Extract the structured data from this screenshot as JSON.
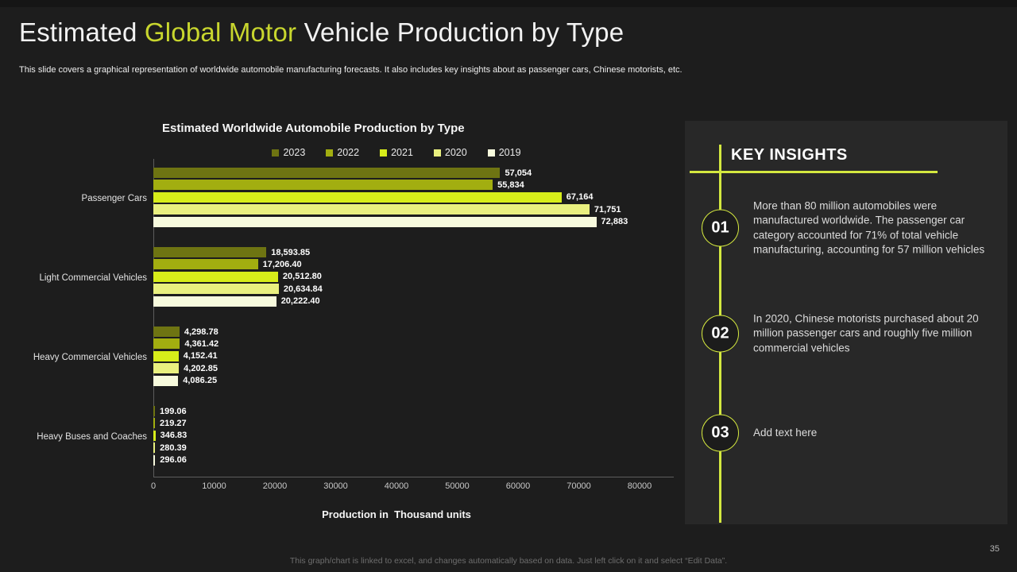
{
  "slide": {
    "title_parts": {
      "prefix": "Estimated ",
      "highlight": "Global Motor ",
      "suffix": "Vehicle Production by Type"
    },
    "subtitle": "This slide covers a graphical representation of worldwide automobile manufacturing forecasts. It also includes key insights about as passenger cars, Chinese motorists, etc.",
    "footer_note": "This graph/chart is linked to excel, and changes automatically based on data. Just left click on it and select “Edit Data”.",
    "page_number": "35",
    "accent_color": "#c8d62e"
  },
  "chart_data": {
    "type": "bar",
    "orientation": "horizontal",
    "title": "Estimated Worldwide Automobile Production by Type",
    "xlabel": "Production in  Thousand units",
    "ylabel": "",
    "xlim": [
      0,
      80000
    ],
    "x_ticks": [
      "0",
      "10000",
      "20000",
      "30000",
      "40000",
      "50000",
      "60000",
      "70000",
      "80000"
    ],
    "grid": false,
    "legend_position": "top",
    "categories": [
      "Passenger Cars",
      "Light Commercial Vehicles",
      "Heavy Commercial Vehicles",
      "Heavy Buses and Coaches"
    ],
    "series": [
      {
        "name": "2023",
        "color": "#6e7412",
        "values": [
          57054,
          18593.85,
          4298.78,
          199.06
        ],
        "labels": [
          "57,054",
          "18,593.85",
          "4,298.78",
          "199.06"
        ]
      },
      {
        "name": "2022",
        "color": "#a2ae10",
        "values": [
          55834,
          17206.4,
          4361.42,
          219.27
        ],
        "labels": [
          "55,834",
          "17,206.40",
          "4,361.42",
          "219.27"
        ]
      },
      {
        "name": "2021",
        "color": "#d7ed1a",
        "values": [
          67164,
          20512.8,
          4152.41,
          346.83
        ],
        "labels": [
          "67,164",
          "20,512.80",
          "4,152.41",
          "346.83"
        ]
      },
      {
        "name": "2020",
        "color": "#e9f07f",
        "values": [
          71751,
          20634.84,
          4202.85,
          280.39
        ],
        "labels": [
          "71,751",
          "20,634.84",
          "4,202.85",
          "280.39"
        ]
      },
      {
        "name": "2019",
        "color": "#f7fadd",
        "values": [
          72883,
          20222.4,
          4086.25,
          296.06
        ],
        "labels": [
          "72,883",
          "20,222.40",
          "4,086.25",
          "296.06"
        ]
      }
    ]
  },
  "insights": {
    "heading": "KEY INSIGHTS",
    "accent_color": "#d4e83f",
    "items": [
      {
        "number": "01",
        "text": "More than 80 million automobiles were manufactured worldwide. The passenger car category accounted for 71% of total vehicle manufacturing, accounting for 57 million vehicles"
      },
      {
        "number": "02",
        "text": "In 2020, Chinese motorists purchased about 20 million passenger cars and roughly five million commercial vehicles"
      },
      {
        "number": "03",
        "text": "Add text here"
      }
    ]
  }
}
